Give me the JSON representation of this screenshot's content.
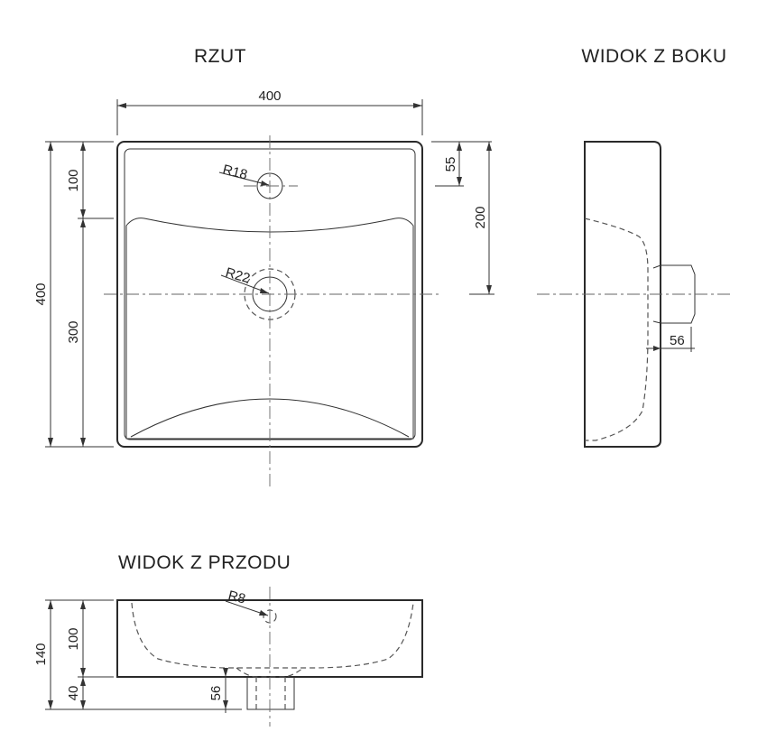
{
  "titles": {
    "plan": "RZUT",
    "side": "WIDOK Z BOKU",
    "front": "WIDOK Z PRZODU"
  },
  "plan": {
    "width": "400",
    "height_total": "400",
    "height_top": "100",
    "height_bottom": "300",
    "tap_offset": "55",
    "drain_offset": "200",
    "tap_hole_radius": "R18",
    "drain_radius": "R22"
  },
  "side": {
    "outlet_length": "56"
  },
  "front": {
    "height_total": "140",
    "height_upper": "100",
    "height_lower": "40",
    "outlet_height": "56",
    "overflow_radius": "R8"
  }
}
